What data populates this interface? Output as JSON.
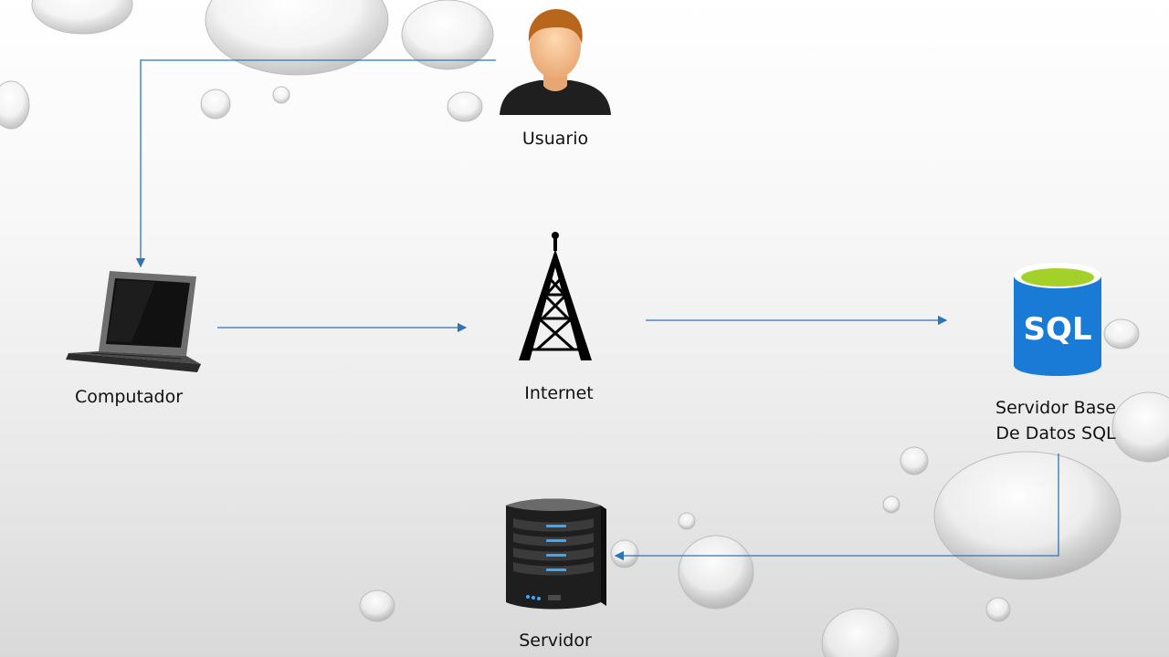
{
  "nodes": {
    "usuario": {
      "label": "Usuario",
      "icon": "user-icon"
    },
    "computador": {
      "label": "Computador",
      "icon": "laptop-icon"
    },
    "internet": {
      "label": "Internet",
      "icon": "antenna-tower-icon"
    },
    "sql": {
      "label_line1": "Servidor Base",
      "label_line2": "De Datos SQL",
      "icon": "sql-database-icon",
      "icon_text": "SQL"
    },
    "servidor": {
      "label": "Servidor",
      "icon": "server-icon"
    }
  },
  "colors": {
    "connector": "#2e75b6",
    "sql_body": "#1a7bd6",
    "sql_top": "#a3d12a"
  }
}
